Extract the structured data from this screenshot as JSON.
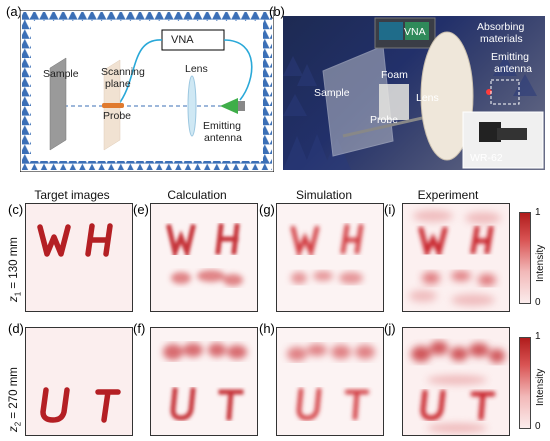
{
  "panel_labels": {
    "a": "(a)",
    "b": "(b)",
    "c": "(c)",
    "d": "(d)",
    "e": "(e)",
    "f": "(f)",
    "g": "(g)",
    "h": "(h)",
    "i": "(i)",
    "j": "(j)"
  },
  "setup_diagram": {
    "vna": "VNA",
    "sample": "Sample",
    "scanning": "Scanning",
    "plane": "plane",
    "probe": "Probe",
    "lens": "Lens",
    "emitting": "Emitting",
    "antenna": "antenna",
    "colors": {
      "border_triangles": "#3b6fb6",
      "cable": "#29a8d8",
      "probe": "#e07a2e",
      "antenna": "#3fae49",
      "lens": "#a9d6ee"
    }
  },
  "photo": {
    "vna": "VNA",
    "absorbing": "Absorbing",
    "materials": "materials",
    "foam": "Foam",
    "sample": "Sample",
    "lens": "Lens",
    "probe": "Probe",
    "emitting": "Emitting",
    "antenna": "antenna",
    "waveguide": "WR-62"
  },
  "columns": [
    "Target images",
    "Calculation",
    "Simulation",
    "Experiment"
  ],
  "rows": [
    {
      "z_var": "z",
      "z_sub": "1",
      "z_value": " = 130 mm",
      "letters": [
        "W",
        "H"
      ]
    },
    {
      "z_var": "z",
      "z_sub": "2",
      "z_value": " = 270 mm",
      "letters": [
        "U",
        "T"
      ]
    }
  ],
  "colorbar": {
    "max": "1",
    "min": "0",
    "label": "Intensity",
    "colors": [
      "#fbecec",
      "#b01c1c"
    ]
  }
}
